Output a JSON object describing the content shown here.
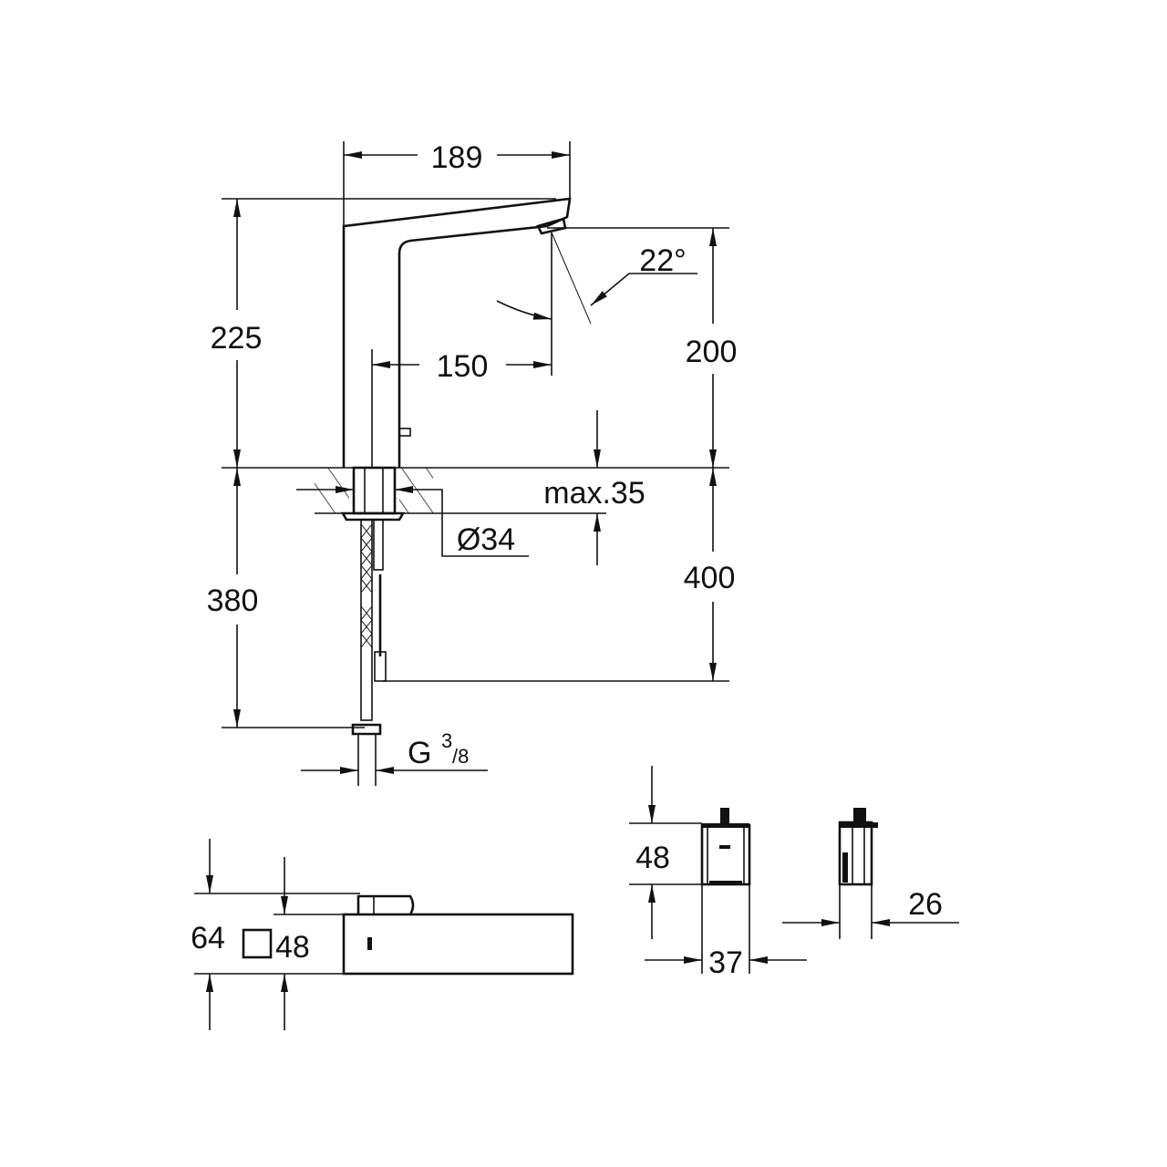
{
  "drawing": {
    "width_total": "189",
    "height_total": "225",
    "spout_height": "200",
    "spout_reach": "150",
    "angle": "22°",
    "counter_max": "max.35",
    "hole_diameter": "Ø34",
    "hose_length_left": "380",
    "hose_length_right": "400",
    "connection_thread": "G",
    "thread_num": "3",
    "thread_den": "/8",
    "top_view_height": "64",
    "top_view_square": "48",
    "box_height": "48",
    "box_width": "37",
    "box_depth": "26"
  },
  "colors": {
    "line": "#111111",
    "background": "#ffffff"
  }
}
